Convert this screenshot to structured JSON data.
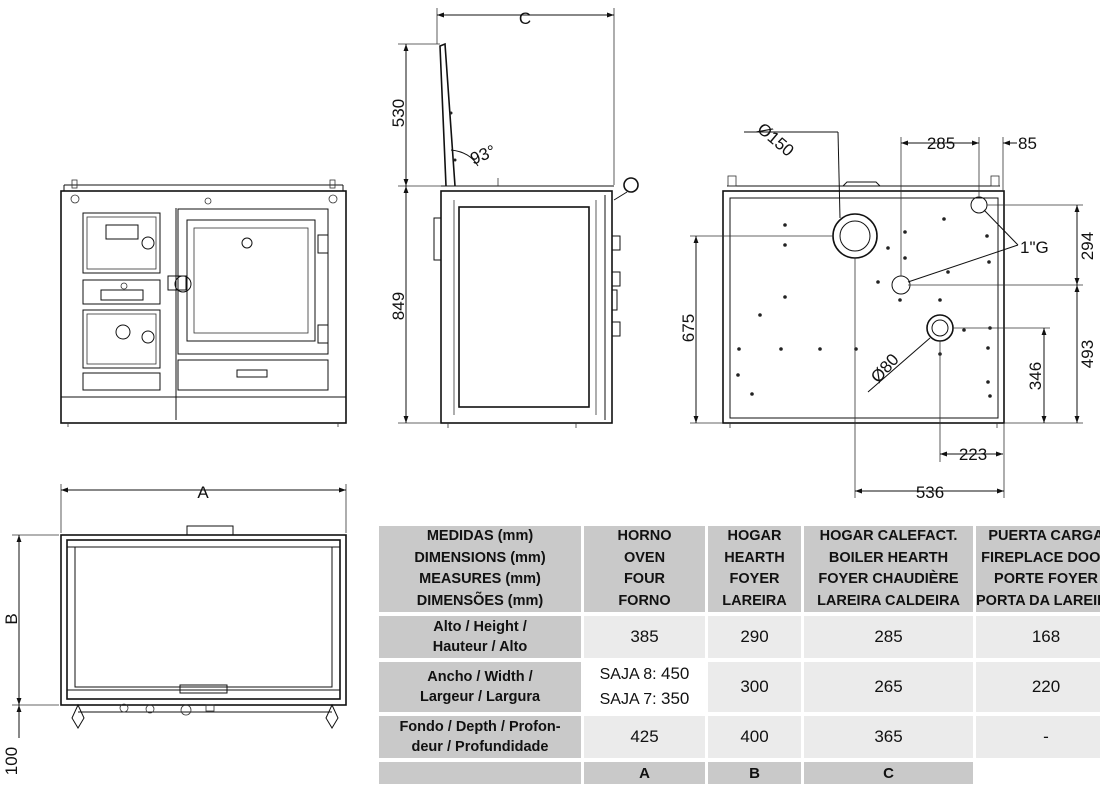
{
  "dimension_labels": {
    "A": "A",
    "B": "B",
    "C": "C",
    "h530": "530",
    "h849": "849",
    "angle93": "93°",
    "bottom100": "100",
    "d150": "Ø150",
    "w285": "285",
    "w85": "85",
    "thread": "1\"G",
    "h294": "294",
    "h675": "675",
    "h493": "493",
    "d80": "Ø80",
    "h346": "346",
    "w223": "223",
    "w536": "536"
  },
  "table": {
    "header": {
      "label": [
        "MEDIDAS (mm)",
        "DIMENSIONS (mm)",
        "MEASURES (mm)",
        "DIMENSÕES (mm)"
      ],
      "columns": [
        [
          "HORNO",
          "OVEN",
          "FOUR",
          "FORNO"
        ],
        [
          "HOGAR",
          "HEARTH",
          "FOYER",
          "LAREIRA"
        ],
        [
          "HOGAR CALEFACT.",
          "BOILER HEARTH",
          "FOYER CHAUDIÈRE",
          "LAREIRA CALDEIRA"
        ],
        [
          "PUERTA CARGA",
          "FIREPLACE DOOR",
          "PORTE FOYER",
          "PORTA DA LAREIRA"
        ]
      ]
    },
    "rows": [
      {
        "label": [
          "Alto / Height /",
          "Hauteur / Alto"
        ],
        "oven": "385",
        "hearth": "290",
        "boiler": "285",
        "door": "168"
      },
      {
        "label": [
          "Ancho / Width /",
          "Largeur / Largura"
        ],
        "oven_saja8_label": "SAJA 8: ",
        "oven_saja8_value": "450",
        "oven_saja7_label": "SAJA 7: ",
        "oven_saja7_value": "350",
        "hearth": "300",
        "boiler": "265",
        "door": "220"
      },
      {
        "label": [
          "Fondo / Depth / Profon-",
          "deur / Profundidade"
        ],
        "oven": "425",
        "hearth": "400",
        "boiler": "365",
        "door": "-"
      }
    ],
    "footer_letters": [
      "A",
      "B",
      "C"
    ]
  }
}
